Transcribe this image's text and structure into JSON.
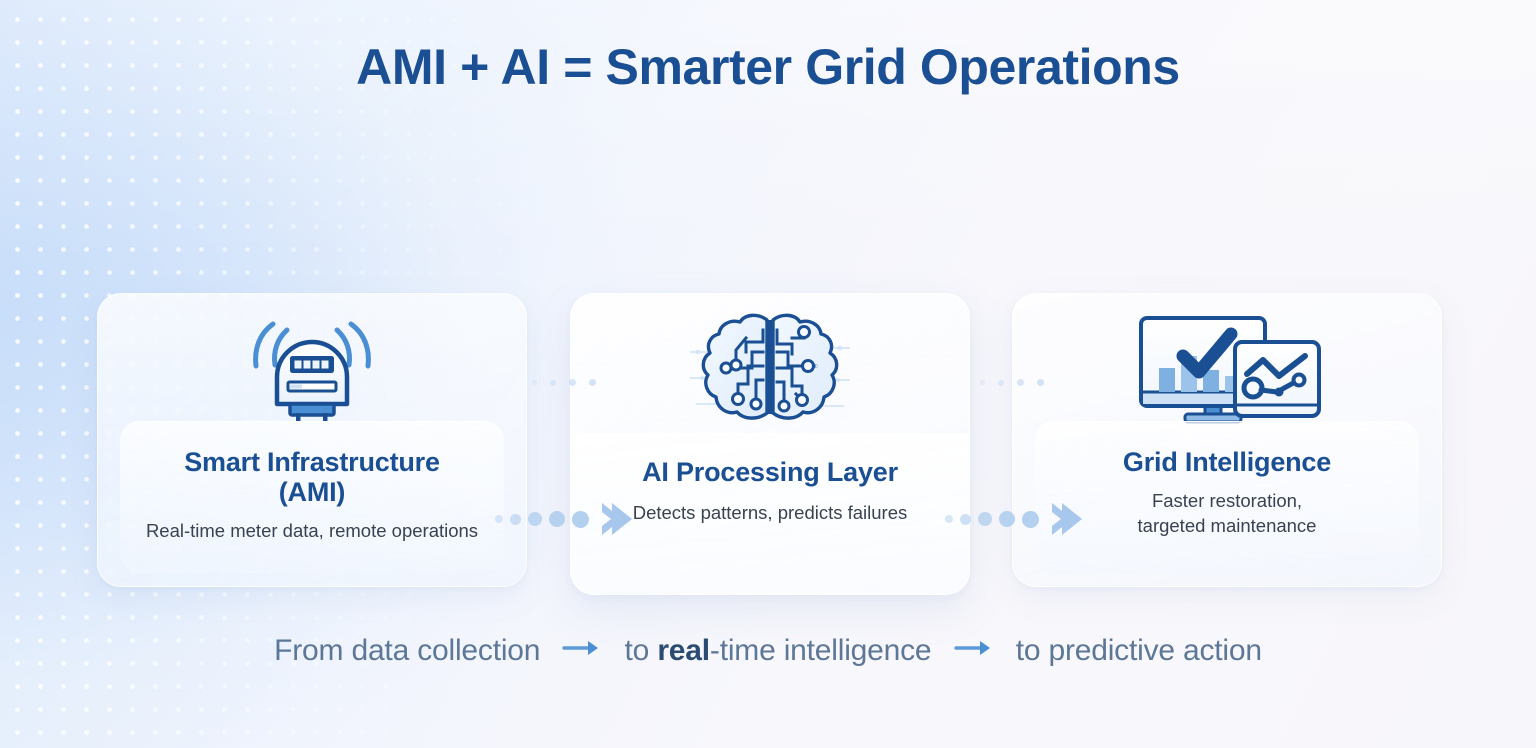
{
  "page": {
    "title": "AMI + AI = Smarter Grid Operations",
    "accent_dark_blue": "#1b4f93",
    "accent_mid_blue": "#4a8ed4",
    "accent_light_blue": "#a7c8ec",
    "body_text_color": "#3a4250",
    "caption_text_color": "#5d7796"
  },
  "cards": [
    {
      "id": "smart-infrastructure",
      "icon": "smart-meter-icon",
      "title_line1": "Smart Infrastructure",
      "title_line2": "(AMI)",
      "subtitle": "Real-time meter data, remote operations"
    },
    {
      "id": "ai-processing-layer",
      "icon": "ai-brain-circuit-icon",
      "title_line1": "AI Processing Layer",
      "title_line2": "",
      "subtitle": "Detects patterns, predicts failures"
    },
    {
      "id": "grid-intelligence",
      "icon": "analytics-dashboard-icon",
      "title_line1": "Grid Intelligence",
      "title_line2": "",
      "subtitle_line1": "Faster restoration,",
      "subtitle_line2": "targeted maintenance"
    }
  ],
  "connectors": [
    {
      "id": "connector-1",
      "from": "smart-infrastructure",
      "to": "ai-processing-layer",
      "style": "dots-then-chevron"
    },
    {
      "id": "connector-2",
      "from": "ai-processing-layer",
      "to": "grid-intelligence",
      "style": "dots-then-chevron"
    }
  ],
  "caption": {
    "part1": "From data collection",
    "arrow1": "→",
    "part2_pre": "to ",
    "part2_bold": "real",
    "part2_post": "-time intelligence",
    "arrow2": "→",
    "part3": "to predictive action"
  }
}
